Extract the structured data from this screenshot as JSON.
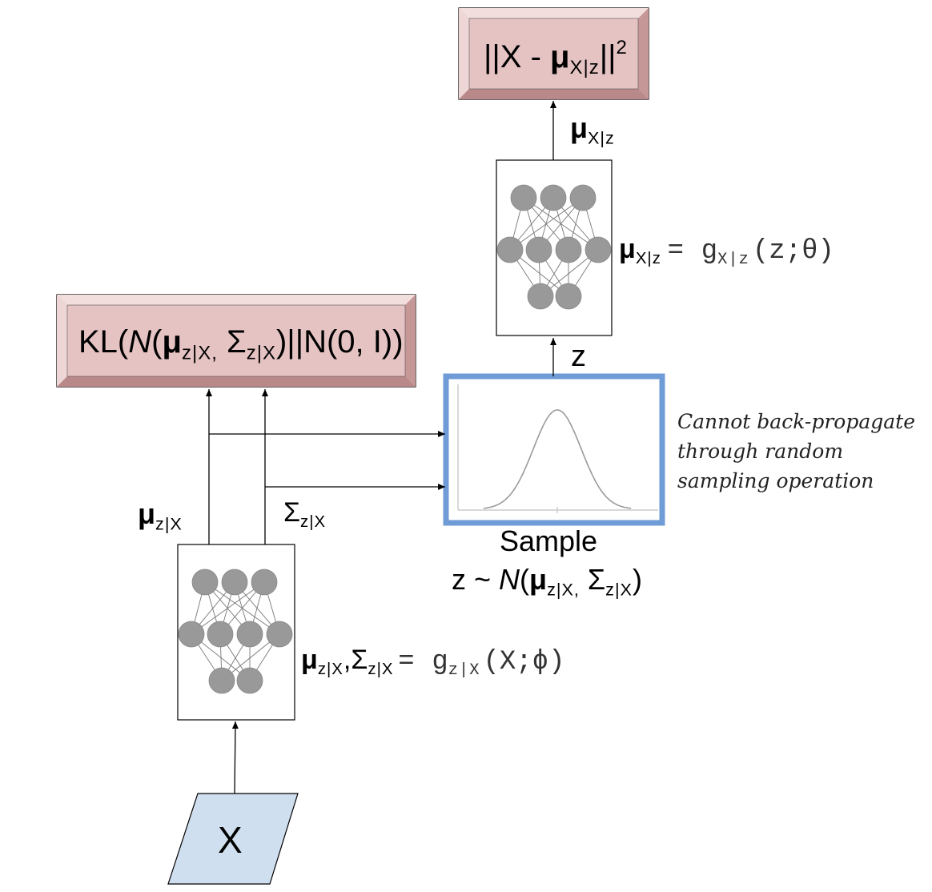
{
  "reconstruction_loss": {
    "open": "||X - ",
    "mu": "μ",
    "sub": "X|z",
    "close": "||",
    "power": "2"
  },
  "kl_loss": {
    "prefix": "KL(",
    "N": "N",
    "paren_open": "(",
    "mu": "μ",
    "mu_sub": "z|X,",
    "sigma": "Σ",
    "sigma_sub": "z|X",
    "suffix": ")||N(0, I))"
  },
  "decoder_output": {
    "mu": "μ",
    "sub": "X|z"
  },
  "decoder_equation": {
    "mu": "μ",
    "mu_sub": "X|z",
    "equals": "=",
    "g": "g",
    "g_sub": "X|z",
    "args": "(z;θ)"
  },
  "latent_label": "z",
  "encoder_outputs": {
    "mu": "μ",
    "mu_sub": "z|X",
    "sigma": "Σ",
    "sigma_sub": "z|X"
  },
  "sample": {
    "title": "Sample",
    "z_prefix": "z ~ ",
    "N": "N",
    "paren_open": "(",
    "mu": "μ",
    "mu_sub": "z|X,",
    "sigma": "Σ",
    "sigma_sub": "z|X",
    "paren_close": ")"
  },
  "encoder_equation": {
    "mu": "μ",
    "mu_sub": "z|X",
    "comma": ",",
    "sigma": "Σ",
    "sigma_sub": "z|X",
    "equals": "=",
    "g": "g",
    "g_sub": "z|X",
    "args": "(X;ϕ)"
  },
  "input_label": "X",
  "note": [
    "Cannot back-propagate",
    "through random",
    "sampling operation"
  ],
  "colors": {
    "loss_fill": "#e6c3c3",
    "loss_dark": "#c69797",
    "loss_light": "#f3dede",
    "input_fill": "#cfdff0",
    "sample_border": "#6f9bd6",
    "neuron": "#999999"
  }
}
